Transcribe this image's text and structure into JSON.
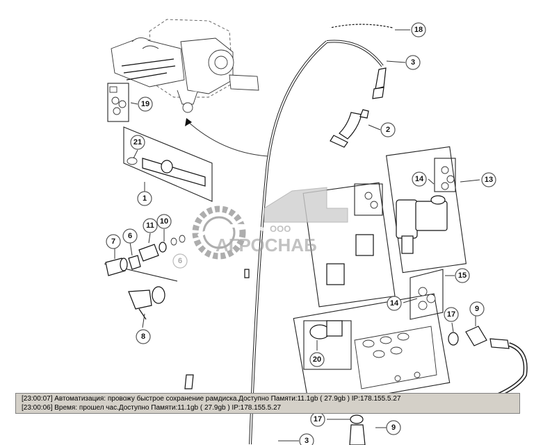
{
  "diagram": {
    "callouts": [
      {
        "id": "c18",
        "label": "18"
      },
      {
        "id": "c3a",
        "label": "3"
      },
      {
        "id": "c2",
        "label": "2"
      },
      {
        "id": "c19",
        "label": "19"
      },
      {
        "id": "c21",
        "label": "21"
      },
      {
        "id": "c1",
        "label": "1"
      },
      {
        "id": "c14a",
        "label": "14"
      },
      {
        "id": "c13",
        "label": "13"
      },
      {
        "id": "c11",
        "label": "11"
      },
      {
        "id": "c10",
        "label": "10"
      },
      {
        "id": "c7",
        "label": "7"
      },
      {
        "id": "c6a",
        "label": "6"
      },
      {
        "id": "c6b",
        "label": "6"
      },
      {
        "id": "c8",
        "label": "8"
      },
      {
        "id": "c15",
        "label": "15"
      },
      {
        "id": "c14b",
        "label": "14"
      },
      {
        "id": "c17a",
        "label": "17"
      },
      {
        "id": "c9a",
        "label": "9"
      },
      {
        "id": "c20",
        "label": "20"
      },
      {
        "id": "c17b",
        "label": "17"
      },
      {
        "id": "c9b",
        "label": "9"
      },
      {
        "id": "c3b",
        "label": "3"
      }
    ]
  },
  "watermark": {
    "company_form": "ООО",
    "company_name": "АГРОСНАБ"
  },
  "log": {
    "lines": [
      "[23:00:07]  Автоматизация: провожу быстрое сохранение рамдиска.Доступно Памяти:11.1gb  ( 27.9gb ) IP:178.155.5.27",
      "[23:00:06]  Время: прошел час.Доступно Памяти:11.1gb  ( 27.9gb ) IP:178.155.5.27"
    ]
  },
  "colors": {
    "log_background": "#d4d0c8",
    "line_art": "#111111",
    "watermark": "#9a9a9a"
  }
}
